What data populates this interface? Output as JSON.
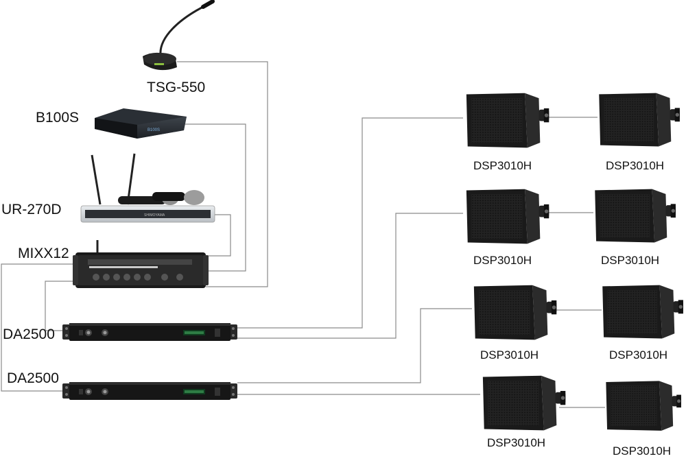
{
  "devices": {
    "microphone": {
      "label": "TSG-550",
      "icon": "gooseneck-microphone"
    },
    "receiver_box": {
      "label": "B100S",
      "icon": "desktop-receiver"
    },
    "wireless": {
      "label": "UR-270D",
      "icon": "wireless-mic-receiver",
      "panel_text": "SHIMOYAMA"
    },
    "mixer": {
      "label": "MIXX12",
      "icon": "rack-mixer"
    },
    "amp1": {
      "label": "DA2500",
      "icon": "power-amplifier"
    },
    "amp2": {
      "label": "DA2500",
      "icon": "power-amplifier"
    }
  },
  "speakers": [
    {
      "label": "DSP3010H"
    },
    {
      "label": "DSP3010H"
    },
    {
      "label": "DSP3010H"
    },
    {
      "label": "DSP3010H"
    },
    {
      "label": "DSP3010H"
    },
    {
      "label": "DSP3010H"
    },
    {
      "label": "DSP3010H"
    },
    {
      "label": "DSP3010H"
    }
  ],
  "colors": {
    "cable": "#8a8a8a",
    "device_dark": "#1b1b1b",
    "background": "#ffffff"
  }
}
